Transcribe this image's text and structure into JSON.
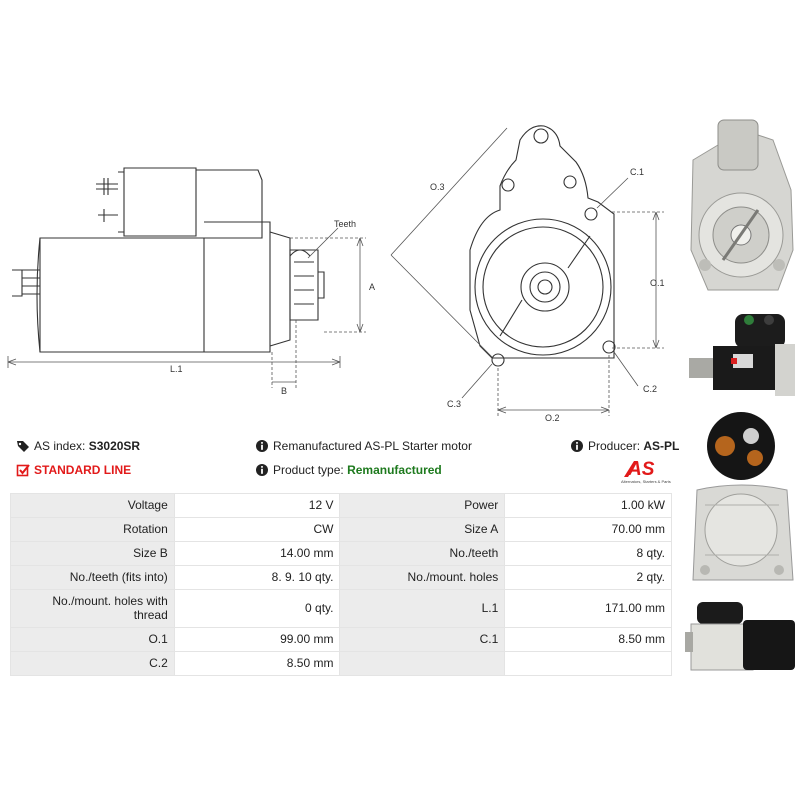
{
  "drawing": {
    "teeth": "Teeth",
    "a": "A",
    "b": "B",
    "l1": "L.1",
    "o1": "O.1",
    "o2": "O.2",
    "o3": "O.3",
    "c1": "C.1",
    "c2": "C.2",
    "c3": "C.3"
  },
  "info": {
    "as_index_label": "AS index:",
    "as_index_value": "S3020SR",
    "standard_line": "STANDARD LINE",
    "description": "Remanufactured AS-PL Starter motor",
    "product_type_label": "Product type:",
    "product_type_value": "Remanufactured",
    "producer_label": "Producer:",
    "producer_value": "AS-PL"
  },
  "logo": {
    "mark": "AS",
    "tagline": "Alternators, Starters & Parts"
  },
  "specs": [
    [
      "Voltage",
      "12 V",
      "Power",
      "1.00 kW"
    ],
    [
      "Rotation",
      "CW",
      "Size A",
      "70.00 mm"
    ],
    [
      "Size B",
      "14.00 mm",
      "No./teeth",
      "8 qty."
    ],
    [
      "No./teeth (fits into)",
      "8. 9. 10 qty.",
      "No./mount. holes",
      "2 qty."
    ],
    [
      "No./mount. holes with thread",
      "0 qty.",
      "L.1",
      "171.00 mm"
    ],
    [
      "O.1",
      "99.00 mm",
      "C.1",
      "8.50 mm"
    ],
    [
      "C.2",
      "8.50 mm",
      "",
      ""
    ]
  ],
  "colors": {
    "accent_red": "#e21a1a",
    "green": "#1e7a1e",
    "table_key_bg": "#ececec"
  },
  "icons": [
    "tag-icon",
    "info-icon",
    "checkbox-checked-icon"
  ]
}
